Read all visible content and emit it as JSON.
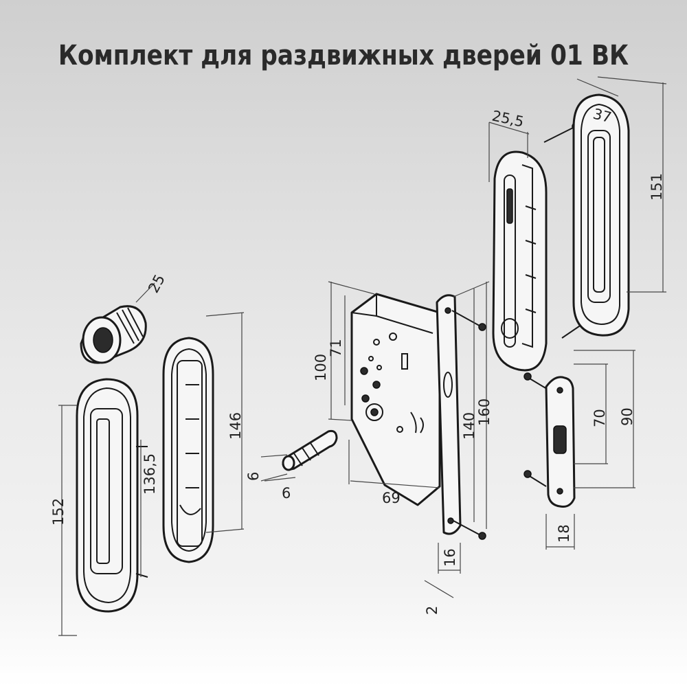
{
  "title": "Комплект для раздвижных дверей 01 ВК",
  "dimensions": {
    "cyl_diameter": "25",
    "front_handle_height": "152",
    "front_handle_inner": "136,5",
    "back_handle_height": "146",
    "pin_length": "6",
    "pin_diameter": "6",
    "lock_100": "100",
    "lock_71": "71",
    "lock_69": "69",
    "lock_140": "140",
    "lock_160": "160",
    "faceplate_width": "16",
    "faceplate_thickness": "2",
    "pull_width": "25,5",
    "pull_right_width": "37",
    "pull_right_height": "151",
    "strike_70": "70",
    "strike_90": "90",
    "strike_width": "18"
  }
}
